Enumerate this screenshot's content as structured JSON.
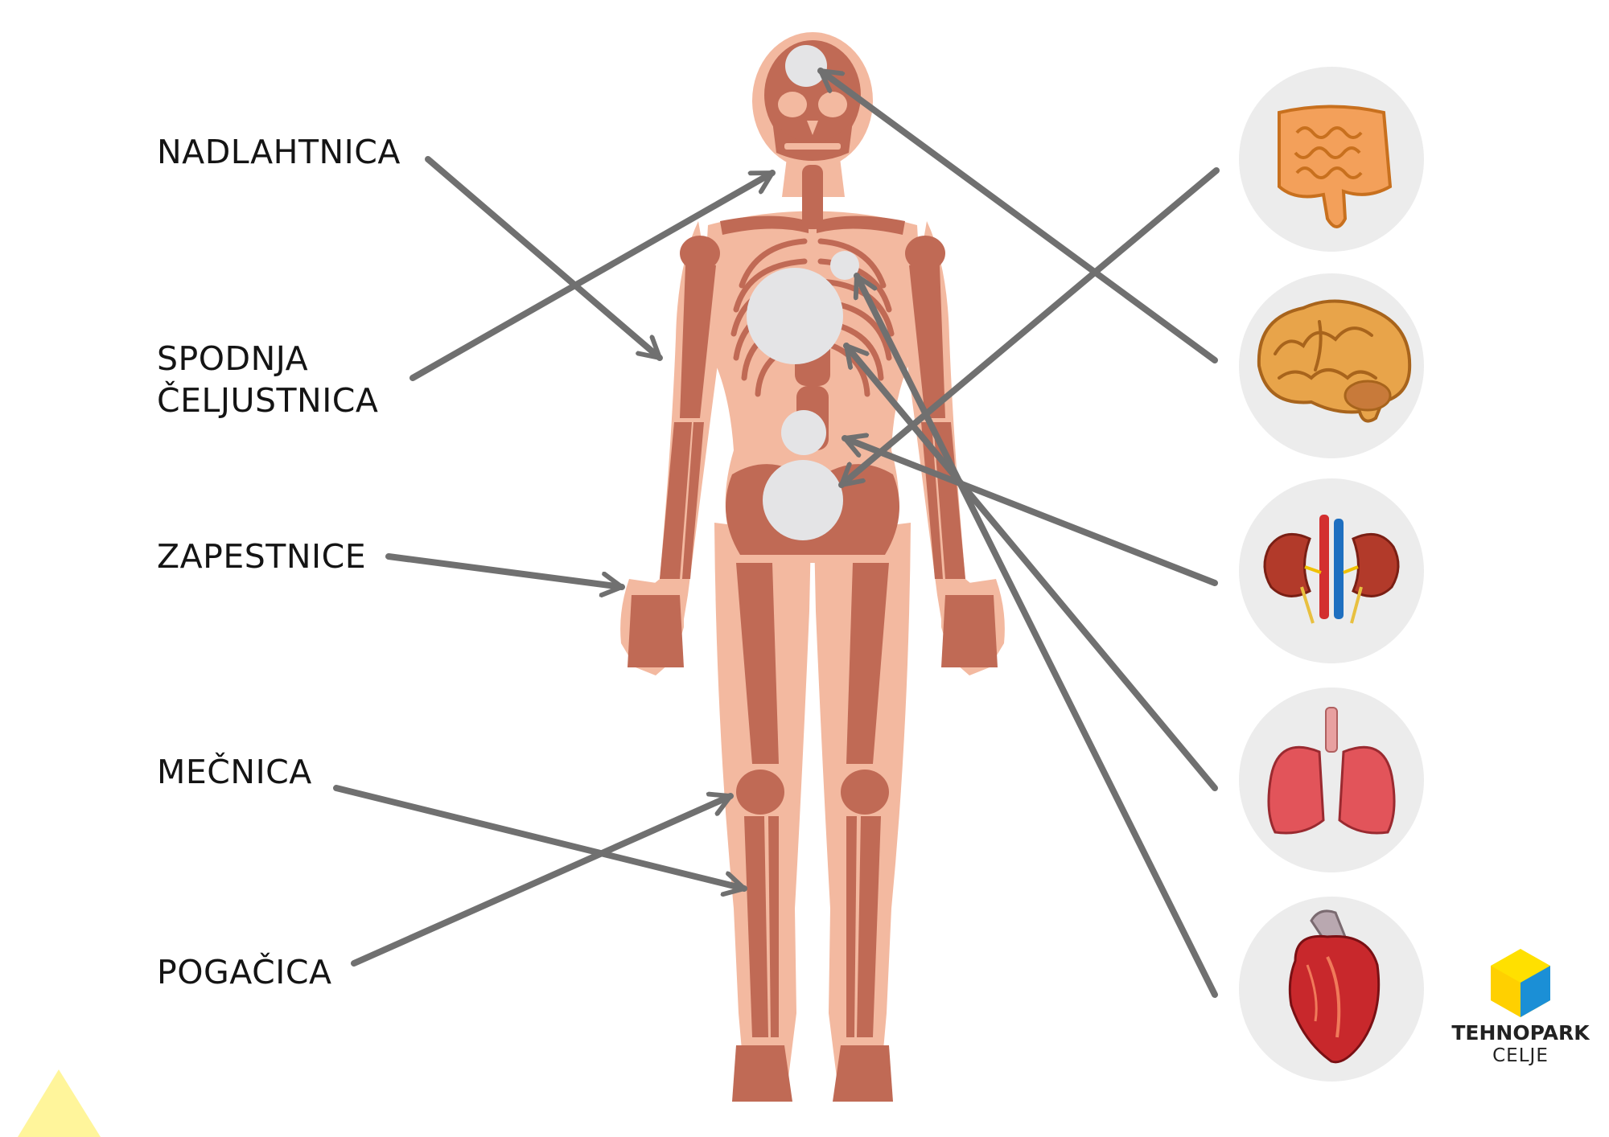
{
  "labels": [
    "NADLAHTNICA",
    "SPODNJA",
    "ČELJUSTNICA",
    "ZAPESTNICE",
    "MEČNICA",
    "POGAČICA"
  ],
  "organs": [
    {
      "name": "intestines-icon"
    },
    {
      "name": "brain-icon"
    },
    {
      "name": "kidneys-icon"
    },
    {
      "name": "lungs-icon"
    },
    {
      "name": "heart-icon"
    }
  ],
  "logo": {
    "line1": "TEHNOPARK",
    "line2": "CELJE"
  },
  "colors": {
    "skin": "#f3b9a0",
    "bone": "#c06a55",
    "arrow": "#707070",
    "placeholder": "#e4e4e6",
    "organ_bg": "#ececec",
    "logo_yellow": "#ffe000",
    "logo_blue": "#1b8fd6",
    "corner_triangle": "#fff59b"
  }
}
